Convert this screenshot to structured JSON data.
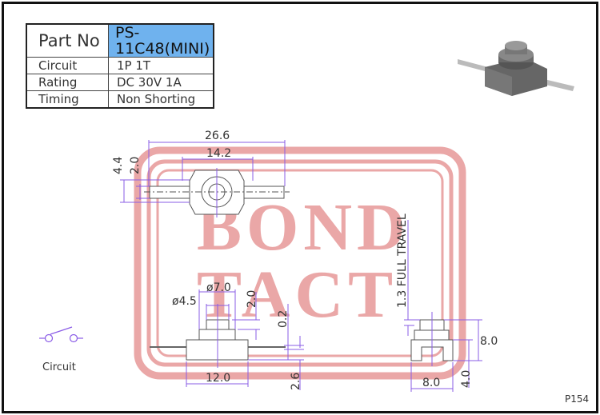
{
  "spec_table": {
    "rows": [
      {
        "label": "Part No",
        "value": "PS-11C48(MINI)"
      },
      {
        "label": "Circuit",
        "value": "1P  1T"
      },
      {
        "label": "Rating",
        "value": "DC  30V  1A"
      },
      {
        "label": "Timing",
        "value": "Non  Shorting"
      }
    ]
  },
  "watermark": {
    "line1": "BOND",
    "line2": "TACT"
  },
  "dimensions": {
    "top_width": "26.6",
    "top_body": "14.2",
    "top_h1": "4.4",
    "top_h2": "2.0",
    "dia_outer": "ø7.0",
    "dia_inner": "ø4.5",
    "button_h": "2.0",
    "gap": "0.2",
    "base_width": "12.0",
    "lead_h": "2.6",
    "travel": "1.3  FULL  TRAVEL",
    "side_h": "8.0",
    "side_base_h": "4.0",
    "side_width": "8.0"
  },
  "circuit_label": "Circuit",
  "page_number": "P154",
  "colors": {
    "highlight": "#6fb2ee",
    "dimension": "#8a5ce6",
    "watermark": "#eaa7a7"
  }
}
